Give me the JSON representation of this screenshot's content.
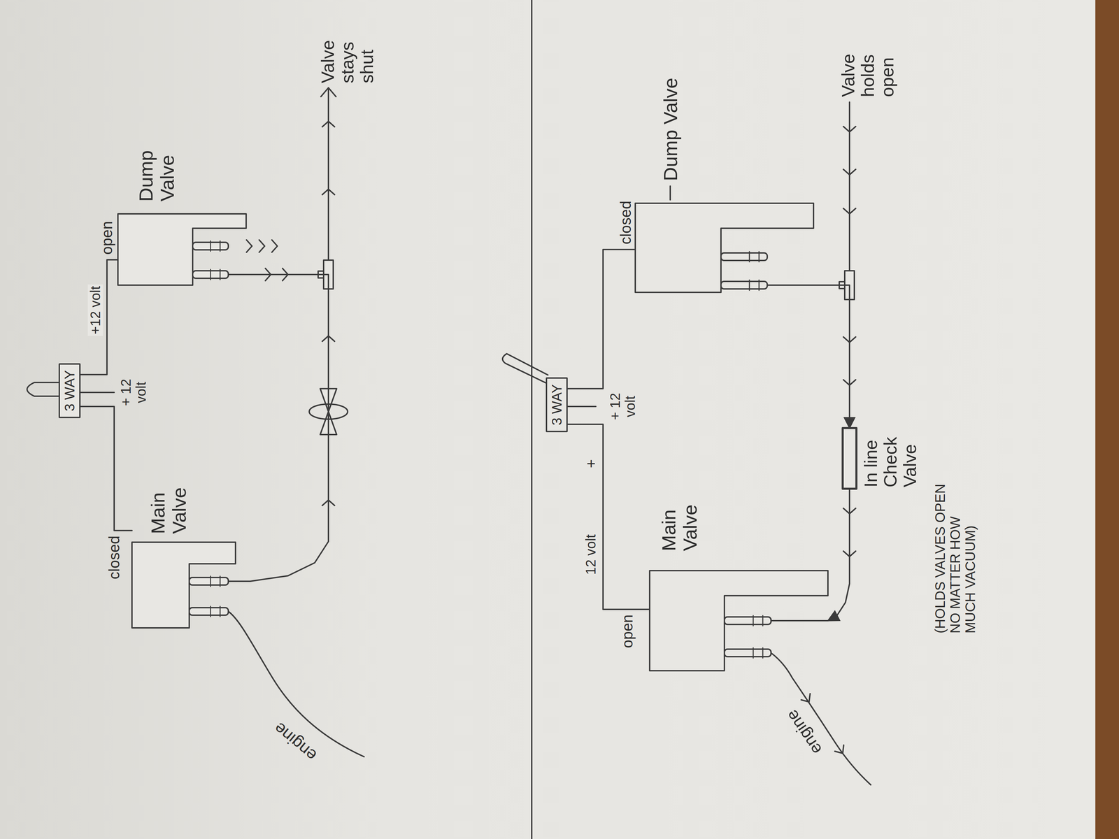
{
  "diagram": {
    "nodes": [
      {
        "text": [
          "3 WAY"
        ]
      },
      {
        "text": [
          "Main Valve"
        ]
      },
      {
        "text": [
          "Dump Valve"
        ]
      },
      {
        "text": [
          "3 WAY"
        ]
      },
      {
        "text": [
          "Main Valve"
        ]
      },
      {
        "text": [
          "Dump Valve"
        ]
      },
      {
        "text": [
          "In line Check Valve"
        ]
      }
    ],
    "edges": [
      {
        "from": 0,
        "to": 1,
        "arrow": "none"
      },
      {
        "from": 0,
        "to": 2,
        "arrow": "none",
        "label": "+12 volt"
      },
      {
        "from": 1,
        "to": 2,
        "arrow": "none"
      },
      {
        "from": 3,
        "to": 4,
        "arrow": "none",
        "label": "12 volt"
      },
      {
        "from": 3,
        "to": 5,
        "arrow": "none"
      },
      {
        "from": 5,
        "to": 6,
        "arrow": "to"
      },
      {
        "from": 6,
        "to": 4,
        "arrow": "to"
      }
    ],
    "labels": [
      "closed",
      "+ 12 volt",
      "open",
      "Valve stays shut",
      "engine",
      "open",
      "+",
      "+ 12 volt",
      "closed",
      "Valve holds open",
      "(HOLDS VALVES OPEN NO MATTER HOW MUCH VACUUM)",
      "engine"
    ]
  }
}
